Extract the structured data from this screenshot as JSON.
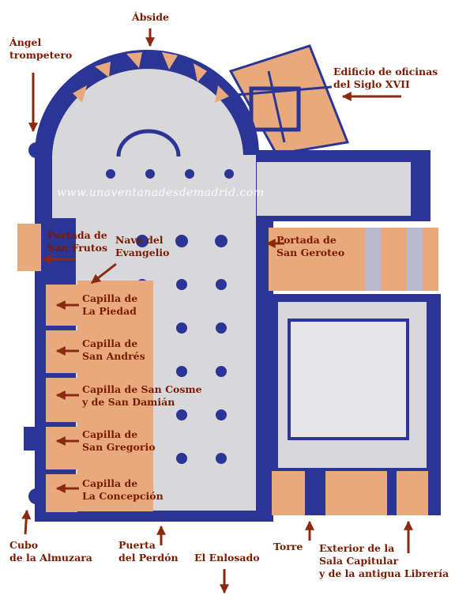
{
  "colors": {
    "wall": "#2b3596",
    "floor": "#d8d8da",
    "chapel": "#e8a97c",
    "arrow": "#8b2a10",
    "text": "#7a1a00"
  },
  "watermark": "www.unaventanadesdemadrid.com",
  "labels": {
    "abside": "Ábside",
    "angel_1": "Ángel",
    "angel_2": "trompetero",
    "oficinas_1": "Edificio de oficinas",
    "oficinas_2": "del Siglo XVII",
    "frutos_1": "Portada de",
    "frutos_2": "San Frutos",
    "nave_1": "Nave del",
    "nave_2": "Evangelio",
    "geroteo_1": "Portada de",
    "geroteo_2": "San Geroteo",
    "piedad_1": "Capilla de",
    "piedad_2": "La Piedad",
    "andres_1": "Capilla de",
    "andres_2": "San Andrés",
    "cosme_1": "Capilla de San Cosme",
    "cosme_2": "y de San Damián",
    "gregorio_1": "Capilla de",
    "gregorio_2": "San Gregorio",
    "concepcion_1": "Capilla de",
    "concepcion_2": "La Concepción",
    "cubo_1": "Cubo",
    "cubo_2": "de la Almuzara",
    "perdon_1": "Puerta",
    "perdon_2": "del Perdón",
    "enlosado": "El Enlosado",
    "torre": "Torre",
    "capitular_1": "Exterior de la",
    "capitular_2": "Sala Capitular",
    "capitular_3": "y de la antigua Librería"
  }
}
